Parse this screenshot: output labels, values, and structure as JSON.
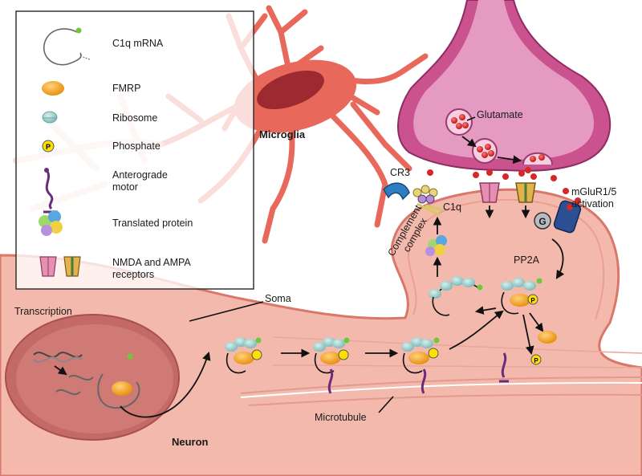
{
  "labels": {
    "glutamate": "Glutamate",
    "microglia": "Microglia",
    "cr3": "CR3",
    "c1q": "C1q",
    "complement_line1": "Complement",
    "complement_line2": "complex",
    "mglur_line1": "mGluR1/5",
    "mglur_line2": "activation",
    "g_protein": "G",
    "pp2a": "PP2A",
    "soma": "Soma",
    "transcription": "Transcription",
    "microtubule": "Microtubule",
    "neuron": "Neuron",
    "phosphate_mark": "P"
  },
  "legend": {
    "items": [
      {
        "icon": "c1q-mrna-icon",
        "label": "C1q mRNA"
      },
      {
        "icon": "fmrp-icon",
        "label": "FMRP"
      },
      {
        "icon": "ribosome-icon",
        "label": "Ribosome"
      },
      {
        "icon": "phosphate-icon",
        "label": "Phosphate"
      },
      {
        "icon": "anterograde-motor-icon",
        "label": "Anterograde",
        "label2": "motor"
      },
      {
        "icon": "translated-protein-icon",
        "label": "Translated protein"
      },
      {
        "icon": "receptors-icon",
        "label": "NMDA and AMPA",
        "label2": "receptors"
      }
    ]
  },
  "colors": {
    "neuron_fill": "#f4b9ad",
    "neuron_stroke": "#d9776a",
    "nucleus": "#c46a66",
    "microglia": "#e8685b",
    "microglia_nucleus": "#9c2a30",
    "presynaptic": "#c9528f",
    "presynaptic_inner": "#e59ac2",
    "glutamate": "#d62828",
    "fmrp": "#f0a21c",
    "ribosome": "#9ed2cf",
    "phosphate": "#ffe000",
    "motor": "#6a2c7a",
    "cr3": "#2d7fc1",
    "mglur": "#2a4f93"
  }
}
